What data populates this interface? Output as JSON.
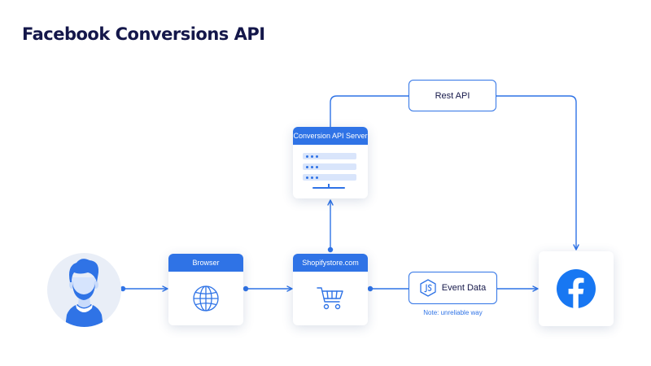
{
  "title": "Facebook Conversions API",
  "nodes": {
    "user": {
      "icon": "user-avatar-icon"
    },
    "browser": {
      "label": "Browser",
      "icon": "globe-icon"
    },
    "store": {
      "label": "Shopifystore.com",
      "icon": "shopping-cart-icon"
    },
    "server": {
      "label": "Conversion API Server",
      "icon": "server-icon"
    },
    "rest_api": {
      "label": "Rest API"
    },
    "event_data": {
      "label": "Event Data",
      "icon": "nodejs-icon",
      "note": "Note: unreliable way"
    },
    "facebook": {
      "icon": "facebook-logo-icon"
    }
  },
  "colors": {
    "accent": "#2f73e6",
    "title": "#14174a",
    "card_shadow": "rgba(30,60,120,0.16)",
    "facebook": "#1877f2"
  }
}
